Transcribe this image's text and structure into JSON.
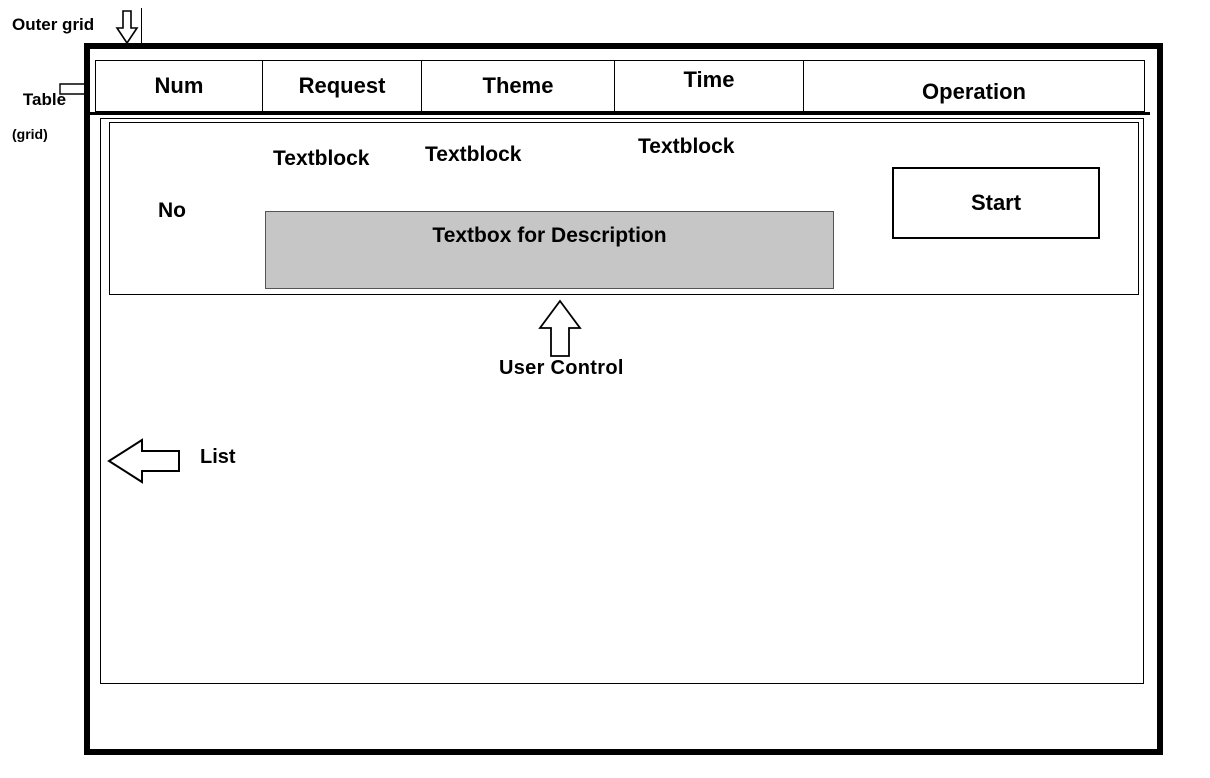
{
  "annotations": {
    "outer_grid": "Outer grid",
    "table": "Table",
    "table_sub": "(grid)",
    "user_control": "User Control",
    "list": "List"
  },
  "table": {
    "columns": [
      {
        "label": "Num"
      },
      {
        "label": "Request"
      },
      {
        "label": "Theme"
      },
      {
        "label": "Time"
      },
      {
        "label": "Operation"
      }
    ]
  },
  "user_control": {
    "no_label": "No",
    "textblocks": [
      {
        "label": "Textblock"
      },
      {
        "label": "Textblock"
      },
      {
        "label": "Textblock"
      }
    ],
    "description_placeholder": "Textbox for Description",
    "start_label": "Start"
  },
  "colors": {
    "frame": "#000000",
    "textbox_fill": "#c6c6c6",
    "background": "#ffffff"
  }
}
